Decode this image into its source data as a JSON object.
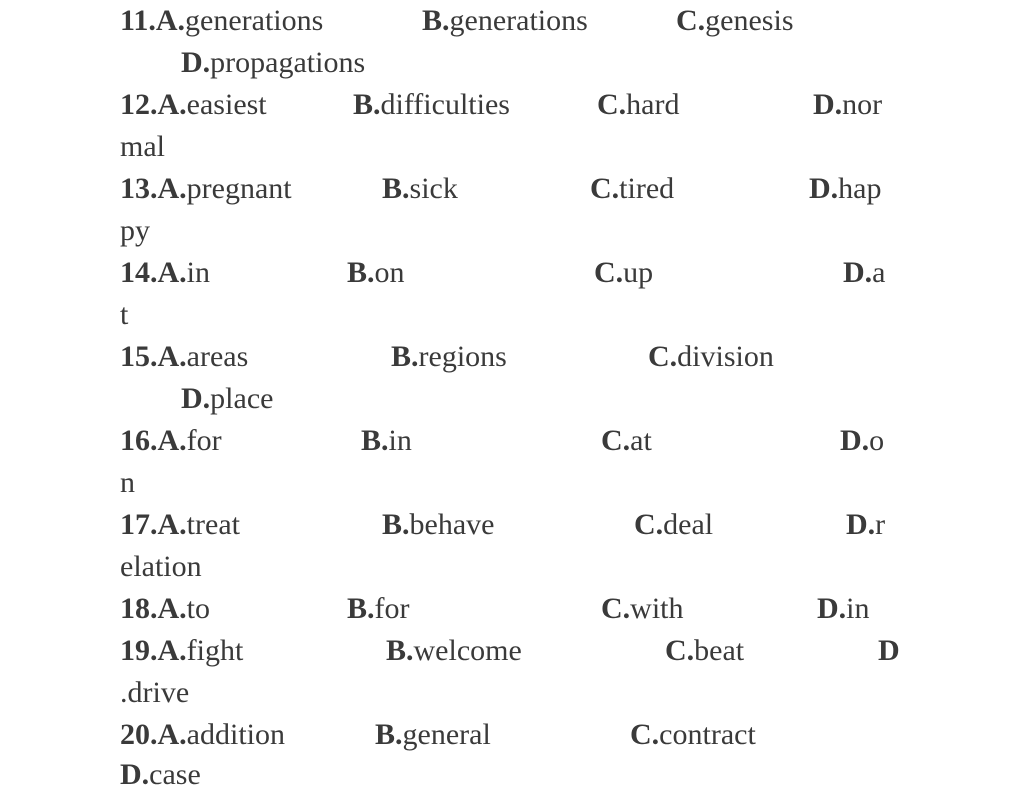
{
  "questions": [
    {
      "number": "11.",
      "options": [
        {
          "letter": "A.",
          "text": "generations"
        },
        {
          "letter": "B.",
          "text": "generations"
        },
        {
          "letter": "C.",
          "text": "genesis"
        },
        {
          "letter": "D.",
          "text": "propagations"
        }
      ]
    },
    {
      "number": "12.",
      "options": [
        {
          "letter": "A.",
          "text": "easiest"
        },
        {
          "letter": "B.",
          "text": "difficulties"
        },
        {
          "letter": "C.",
          "text": "hard"
        },
        {
          "letter": "D.",
          "text": "nor",
          "text_cont": "mal"
        }
      ]
    },
    {
      "number": "13.",
      "options": [
        {
          "letter": "A.",
          "text": "pregnant"
        },
        {
          "letter": "B.",
          "text": "sick"
        },
        {
          "letter": "C.",
          "text": "tired"
        },
        {
          "letter": "D.",
          "text": "hap",
          "text_cont": "py"
        }
      ]
    },
    {
      "number": "14.",
      "options": [
        {
          "letter": "A.",
          "text": "in"
        },
        {
          "letter": "B.",
          "text": "on"
        },
        {
          "letter": "C.",
          "text": "up"
        },
        {
          "letter": "D.",
          "text": "a",
          "text_cont": "t"
        }
      ]
    },
    {
      "number": "15.",
      "options": [
        {
          "letter": "A.",
          "text": "areas"
        },
        {
          "letter": "B.",
          "text": "regions"
        },
        {
          "letter": "C.",
          "text": "division"
        },
        {
          "letter": "D.",
          "text": "place"
        }
      ]
    },
    {
      "number": "16.",
      "options": [
        {
          "letter": "A.",
          "text": "for"
        },
        {
          "letter": "B.",
          "text": "in"
        },
        {
          "letter": "C.",
          "text": "at"
        },
        {
          "letter": "D.",
          "text": "o",
          "text_cont": "n"
        }
      ]
    },
    {
      "number": "17.",
      "options": [
        {
          "letter": "A.",
          "text": "treat"
        },
        {
          "letter": "B.",
          "text": "behave"
        },
        {
          "letter": "C.",
          "text": "deal"
        },
        {
          "letter": "D.",
          "text": "r",
          "text_cont": "elation"
        }
      ]
    },
    {
      "number": "18.",
      "options": [
        {
          "letter": "A.",
          "text": "to"
        },
        {
          "letter": "B.",
          "text": "for"
        },
        {
          "letter": "C.",
          "text": "with"
        },
        {
          "letter": "D.",
          "text": "in"
        }
      ]
    },
    {
      "number": "19.",
      "options": [
        {
          "letter": "A.",
          "text": "fight"
        },
        {
          "letter": "B.",
          "text": "welcome"
        },
        {
          "letter": "C.",
          "text": "beat"
        },
        {
          "letter": "D",
          "text": "",
          "text_cont": ".drive"
        }
      ]
    },
    {
      "number": "20.",
      "options": [
        {
          "letter": "A.",
          "text": "addition"
        },
        {
          "letter": "B.",
          "text": "general"
        },
        {
          "letter": "C.",
          "text": "contract"
        },
        {
          "letter": "D.",
          "text": "case"
        }
      ]
    }
  ]
}
